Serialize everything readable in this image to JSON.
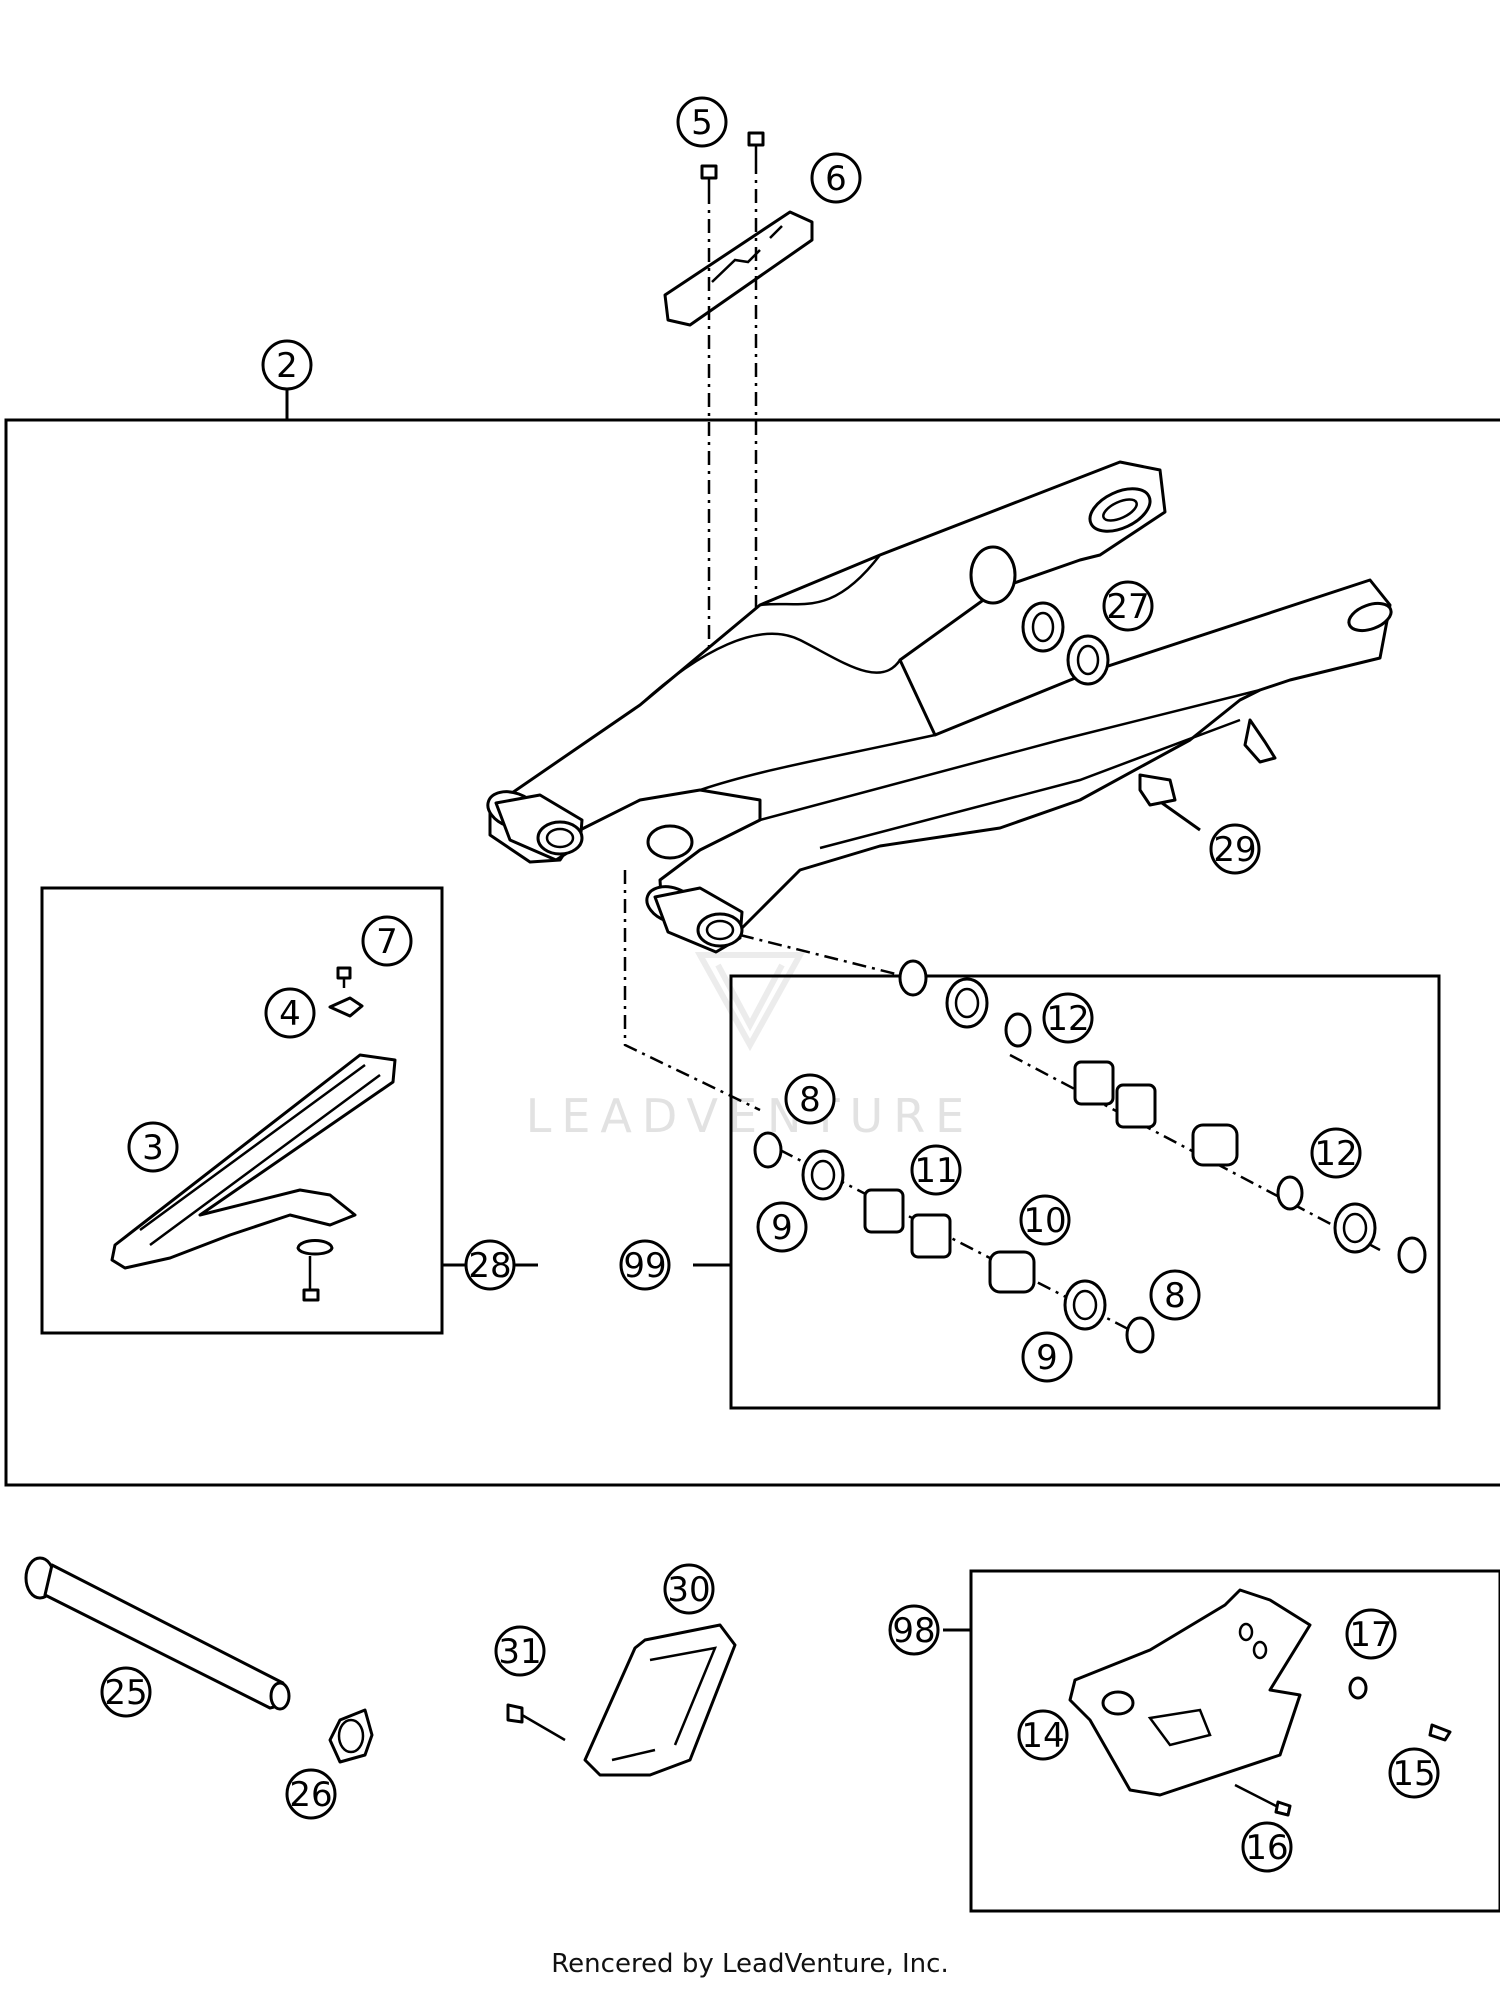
{
  "callouts": [
    {
      "id": "5",
      "label": "5"
    },
    {
      "id": "6",
      "label": "6"
    },
    {
      "id": "2",
      "label": "2"
    },
    {
      "id": "27",
      "label": "27"
    },
    {
      "id": "29",
      "label": "29"
    },
    {
      "id": "7",
      "label": "7"
    },
    {
      "id": "4",
      "label": "4"
    },
    {
      "id": "3",
      "label": "3"
    },
    {
      "id": "28",
      "label": "28"
    },
    {
      "id": "12a",
      "label": "12"
    },
    {
      "id": "8a",
      "label": "8"
    },
    {
      "id": "11",
      "label": "11"
    },
    {
      "id": "12b",
      "label": "12"
    },
    {
      "id": "9a",
      "label": "9"
    },
    {
      "id": "10",
      "label": "10"
    },
    {
      "id": "99",
      "label": "99"
    },
    {
      "id": "8b",
      "label": "8"
    },
    {
      "id": "9b",
      "label": "9"
    },
    {
      "id": "30",
      "label": "30"
    },
    {
      "id": "31",
      "label": "31"
    },
    {
      "id": "25",
      "label": "25"
    },
    {
      "id": "26",
      "label": "26"
    },
    {
      "id": "98",
      "label": "98"
    },
    {
      "id": "17",
      "label": "17"
    },
    {
      "id": "14",
      "label": "14"
    },
    {
      "id": "15",
      "label": "15"
    },
    {
      "id": "16",
      "label": "16"
    }
  ],
  "watermark": "LEADVENTURE",
  "footer": "Rencered by LeadVenture, Inc."
}
